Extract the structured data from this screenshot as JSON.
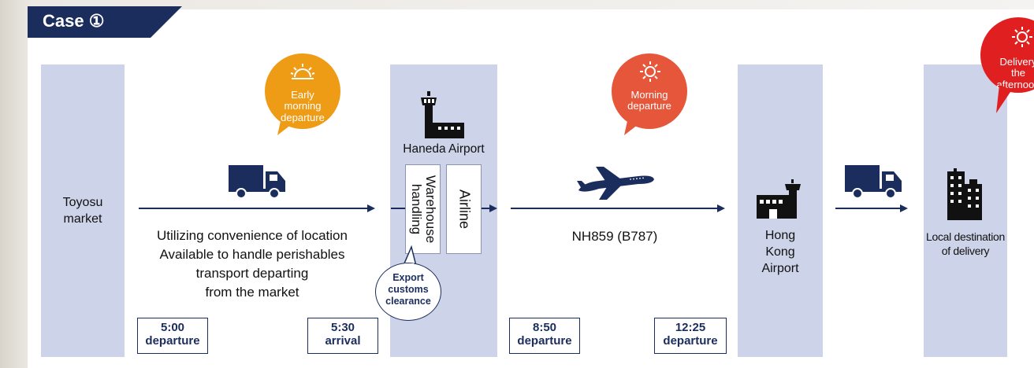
{
  "case_label": "Case ①",
  "badges": {
    "early": "Early morning departure",
    "morning": "Morning departure",
    "delivery": "Delivery the afternoon"
  },
  "nodes": {
    "origin": "Toyosu market",
    "haneda": "Haneda Airport",
    "warehouse": "Warehouse handling",
    "airline": "Airline",
    "hongkong": "Hong Kong Airport",
    "destination": "Local destination of delivery"
  },
  "segments": {
    "truck_note_lines": [
      "Utilizing convenience of location",
      "Available to handle perishables",
      "transport departing",
      "from the market"
    ],
    "flight": "NH859 (B787)"
  },
  "customs_bubble": "Export customs clearance",
  "times": [
    {
      "time": "5:00",
      "label": "departure"
    },
    {
      "time": "5:30",
      "label": "arrival"
    },
    {
      "time": "8:50",
      "label": "departure"
    },
    {
      "time": "12:25",
      "label": "departure"
    }
  ],
  "colors": {
    "navy": "#1b2d5c",
    "column": "#cdd3e8",
    "early_badge": "#ee9b15",
    "morning_badge": "#e5563a",
    "delivery_badge": "#e02020"
  },
  "icons": [
    "truck-icon",
    "control-tower-icon",
    "airplane-icon",
    "airport-building-icon",
    "buildings-icon",
    "sunrise-icon",
    "sun-icon"
  ]
}
